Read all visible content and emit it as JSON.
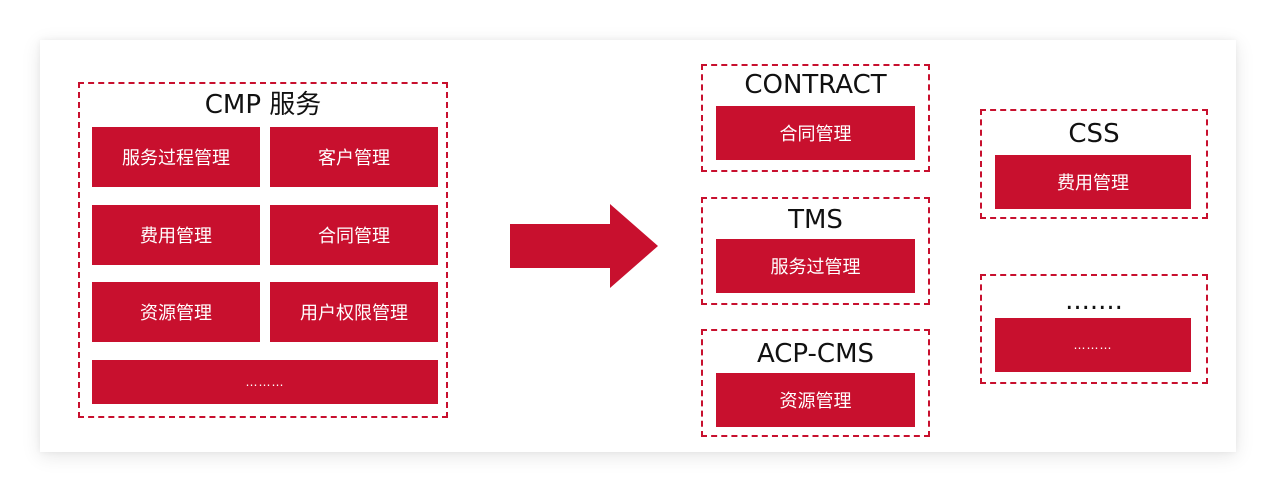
{
  "colors": {
    "accent": "#c8102e",
    "title": "#111111"
  },
  "cmp": {
    "title": "CMP 服务",
    "modules": [
      "服务过程管理",
      "客户管理",
      "费用管理",
      "合同管理",
      "资源管理",
      "用户权限管理"
    ],
    "more": "………"
  },
  "arrow": {
    "icon": "arrow-right-icon"
  },
  "contract": {
    "title": "CONTRACT",
    "module": "合同管理"
  },
  "tms": {
    "title": "TMS",
    "module": "服务过管理"
  },
  "acp_cms": {
    "title": "ACP-CMS",
    "module": "资源管理"
  },
  "css": {
    "title": "CSS",
    "module": "费用管理"
  },
  "other": {
    "title": ".......",
    "module": "………"
  }
}
